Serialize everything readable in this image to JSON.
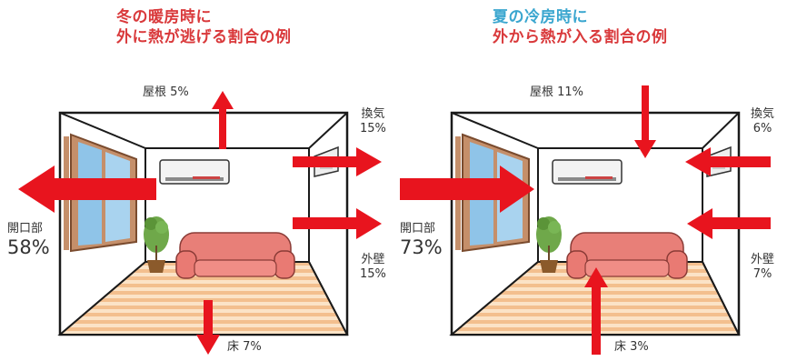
{
  "colors": {
    "winter_title": "#d9393b",
    "summer_title": "#3aa6cf",
    "arrow": "#e8141e",
    "frame": "#1a1a1a",
    "floor": "#f6c9a0",
    "sofa": "#e87f78",
    "window_glass": "#8fc4e8"
  },
  "winter": {
    "title_line1": "冬の暖房時に",
    "title_line2": "外に熱が逃げる割合の例",
    "roof": "屋根 5%",
    "ventilation_label": "換気",
    "ventilation_value": "15%",
    "wall_label": "外壁",
    "wall_value": "15%",
    "opening_label": "開口部",
    "opening_value": "58%",
    "floor": "床 7%"
  },
  "summer": {
    "title_line1": "夏の冷房時に",
    "title_line2": "外から熱が入る割合の例",
    "roof": "屋根 11%",
    "ventilation_label": "換気",
    "ventilation_value": "6%",
    "wall_label": "外壁",
    "wall_value": "7%",
    "opening_label": "開口部",
    "opening_value": "73%",
    "floor": "床 3%"
  }
}
